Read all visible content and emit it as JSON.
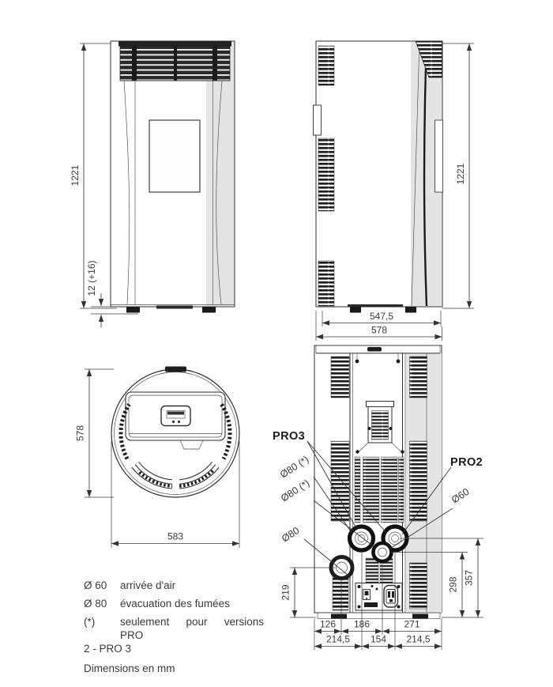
{
  "drawing": {
    "front": {
      "height": "1221",
      "foot": "12 (+16)"
    },
    "side": {
      "height": "1221",
      "depth_inner": "547,5",
      "depth_outer": "578"
    },
    "top": {
      "depth": "578",
      "width": "583"
    },
    "rear": {
      "pro3": "PRO3",
      "pro2": "PRO2",
      "d80_star_a": "Ø80 (*)",
      "d80_star_b": "Ø80 (*)",
      "d80": "Ø80",
      "d60": "Ø60",
      "row1": [
        "126",
        "186",
        "271"
      ],
      "row2": [
        "214,5",
        "154",
        "214,5"
      ],
      "v_left": "219",
      "v_mid": "298",
      "v_outer": "357"
    }
  },
  "legend": {
    "rows": [
      {
        "symbol": "Ø 60",
        "text": "arrivée d'air"
      },
      {
        "symbol": "Ø 80",
        "text": "évacuation des fumées"
      }
    ],
    "star": {
      "symbol": "(*)",
      "line1": "seulement pour versions PRO",
      "line2": "2 - PRO 3"
    },
    "units": "Dimensions en mm"
  },
  "colors": {
    "line": "#2e2e2e",
    "shade": "#e4e4e4",
    "dark": "#1d1d1d",
    "text": "#3a3a3a"
  }
}
